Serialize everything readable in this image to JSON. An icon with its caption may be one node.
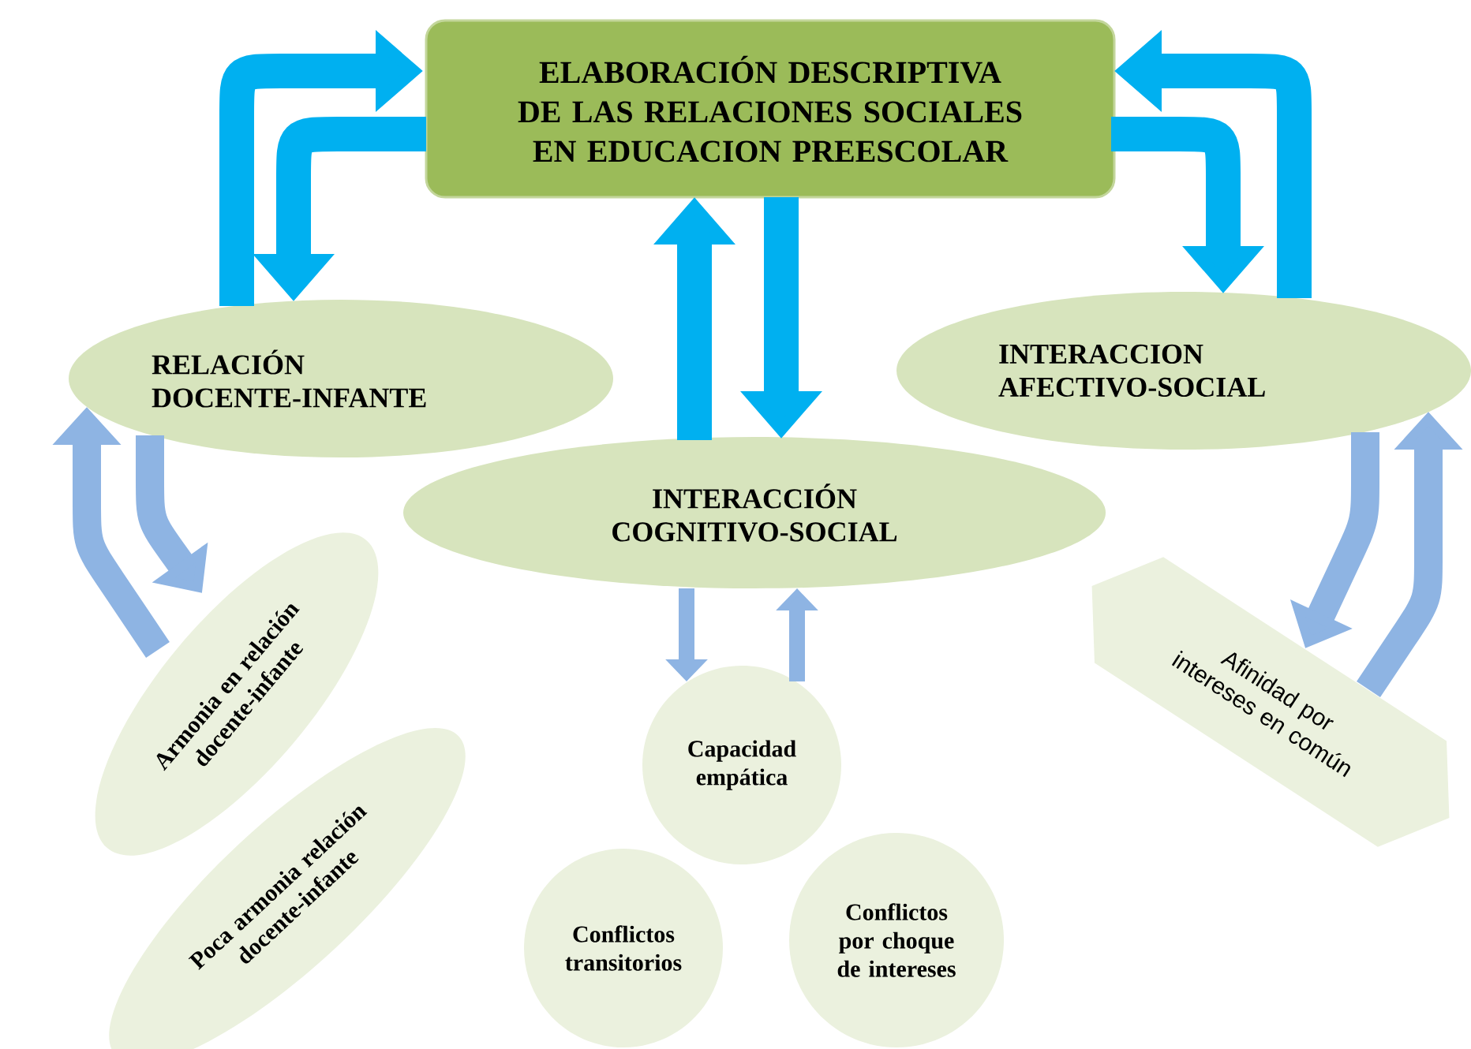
{
  "diagram": {
    "nodes": [
      {
        "text": [
          "ELABORACIÓN  DESCRIPTIVA DE LAS RELACIONES SOCIALES EN EDUCACION PREESCOLAR"
        ]
      },
      {
        "text": [
          "RELACIÓN DOCENTE-INFANTE"
        ]
      },
      {
        "text": [
          "INTERACCION AFECTIVO-SOCIAL"
        ]
      },
      {
        "text": [
          "INTERACCIÓN COGNITIVO-SOCIAL"
        ]
      },
      {
        "text": [
          "Armonia en relación docente-infante"
        ]
      },
      {
        "text": [
          "Poca armonia relación docente-infante"
        ]
      },
      {
        "text": [
          "Capacidad empática"
        ]
      },
      {
        "text": [
          "Conflictos transitorios"
        ]
      },
      {
        "text": [
          "Conflictos por choque de intereses"
        ]
      },
      {
        "text": [
          "Afinidad por intereses en común"
        ]
      }
    ],
    "edges": [
      {
        "from": 1,
        "to": 0,
        "arrow": "to",
        "color": "#00b0f0"
      },
      {
        "from": 0,
        "to": 1,
        "arrow": "to",
        "color": "#00b0f0"
      },
      {
        "from": 2,
        "to": 0,
        "arrow": "to",
        "color": "#00b0f0"
      },
      {
        "from": 0,
        "to": 2,
        "arrow": "to",
        "color": "#00b0f0"
      },
      {
        "from": 3,
        "to": 0,
        "arrow": "to",
        "color": "#00b0f0"
      },
      {
        "from": 0,
        "to": 3,
        "arrow": "to",
        "color": "#00b0f0"
      },
      {
        "from": 4,
        "to": 1,
        "arrow": "to",
        "color": "#8eb4e3"
      },
      {
        "from": 1,
        "to": 4,
        "arrow": "to",
        "color": "#8eb4e3"
      },
      {
        "from": 3,
        "to": 6,
        "arrow": "to",
        "color": "#8eb4e3"
      },
      {
        "from": 6,
        "to": 3,
        "arrow": "to",
        "color": "#8eb4e3"
      },
      {
        "from": 2,
        "to": 9,
        "arrow": "to",
        "color": "#8eb4e3"
      },
      {
        "from": 9,
        "to": 2,
        "arrow": "to",
        "color": "#8eb4e3"
      }
    ]
  }
}
